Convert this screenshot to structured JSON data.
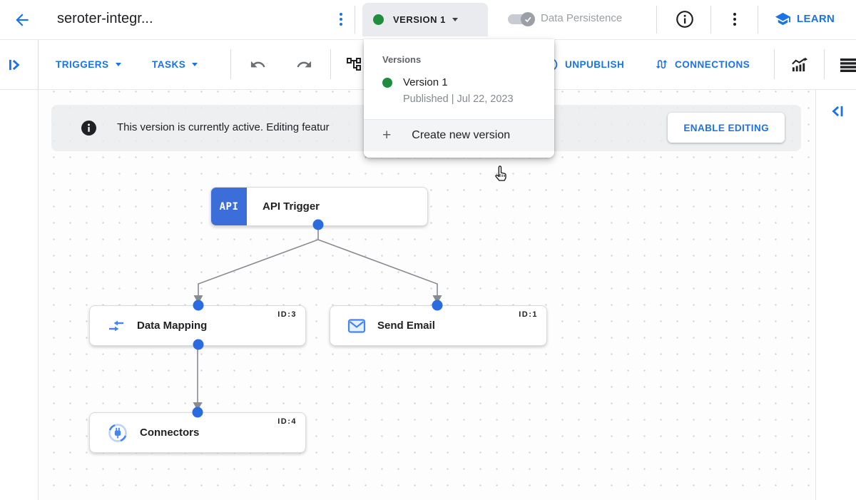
{
  "topbar": {
    "title": "seroter-integr...",
    "version_button": {
      "label": "VERSION 1"
    },
    "toggle_label": "Data Persistence",
    "learn_label": "LEARN"
  },
  "toolbar": {
    "triggers_label": "TRIGGERS",
    "tasks_label": "TASKS",
    "unpublish_label": "UNPUBLISH",
    "connections_label": "CONNECTIONS"
  },
  "version_dropdown": {
    "header": "Versions",
    "versions": [
      {
        "name": "Version 1",
        "status": "Published | Jul 22, 2023"
      }
    ],
    "create_label": "Create new version"
  },
  "banner": {
    "text": "This version is currently active. Editing featur",
    "button_label": "ENABLE EDITING"
  },
  "canvas": {
    "nodes": [
      {
        "label": "API Trigger",
        "badge": "API"
      },
      {
        "label": "Data Mapping",
        "id": "ID:3"
      },
      {
        "label": "Send Email",
        "id": "ID:1"
      },
      {
        "label": "Connectors",
        "id": "ID:4"
      }
    ]
  },
  "icons": {
    "plus_glyph": "+"
  },
  "colors": {
    "accent_blue": "#1a73e8",
    "published_green": "#1e8e3e",
    "node_dot_blue": "#2a6be2",
    "edge_gray": "#878c92"
  }
}
